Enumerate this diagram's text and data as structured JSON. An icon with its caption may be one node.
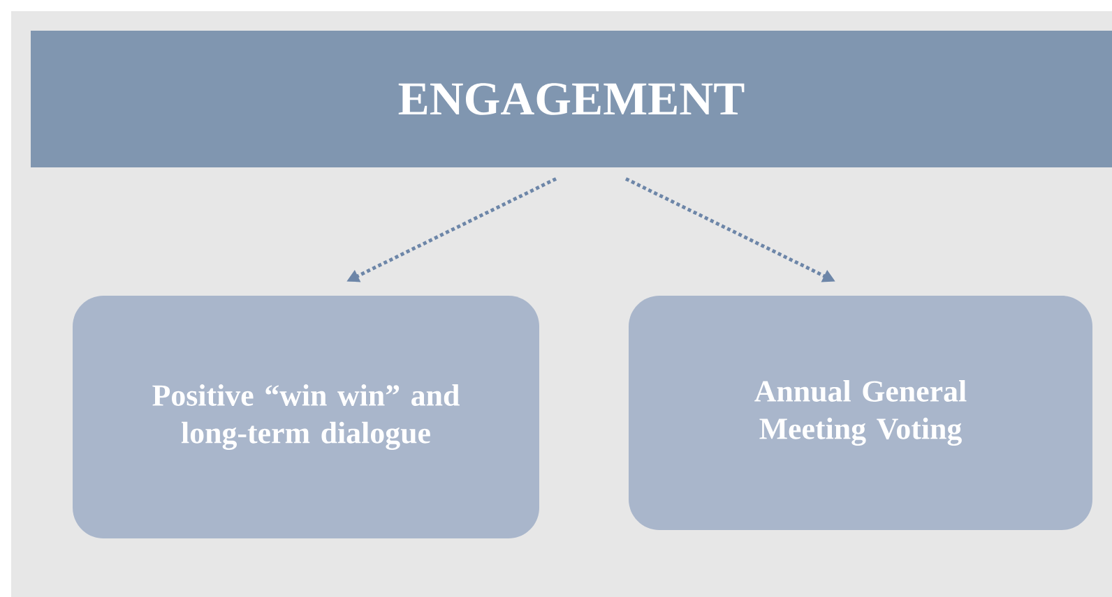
{
  "diagram": {
    "nodes": [
      {
        "text": [
          "ENGAGEMENT"
        ]
      },
      {
        "text": [
          "Positive “win win” and long-term dialogue"
        ]
      },
      {
        "text": [
          "Annual General Meeting Voting"
        ]
      }
    ],
    "edges": [
      {
        "from": 0,
        "to": 1,
        "arrow": "to"
      },
      {
        "from": 0,
        "to": 2,
        "arrow": "to"
      }
    ]
  }
}
